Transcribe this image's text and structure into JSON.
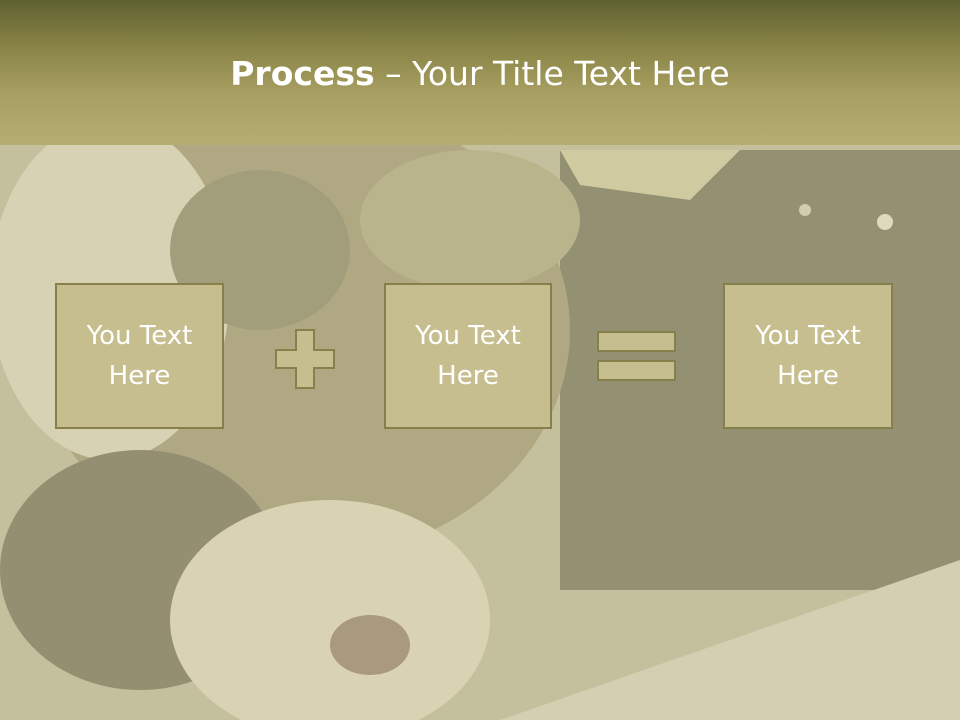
{
  "slide": {
    "title_bold": "Process",
    "title_rest": " – Your Title Text Here",
    "boxes": [
      {
        "label": "You Text Here"
      },
      {
        "label": "You Text Here"
      },
      {
        "label": "You Text Here"
      }
    ],
    "operators": [
      "plus-icon",
      "equals-icon"
    ]
  },
  "colors": {
    "header_dark": "#5f6133",
    "header_light": "#b6ad72",
    "box_fill": "#c6be8e",
    "box_border": "#87804a",
    "text": "#ffffff"
  }
}
